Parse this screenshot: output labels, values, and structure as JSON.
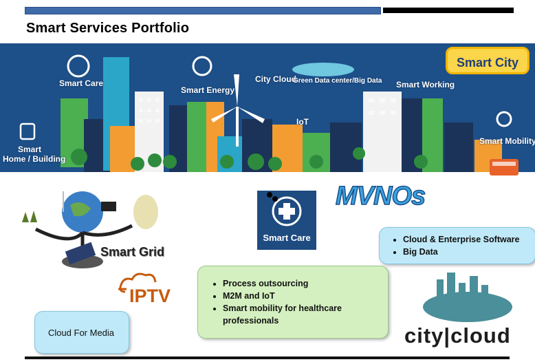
{
  "title": "Smart Services Portfolio",
  "banner": {
    "labels": {
      "smart_care": "Smart Care",
      "smart_energy": "Smart Energy",
      "city_cloud": "City Cloud",
      "green_data": "Green Data center/Big Data",
      "smart_working": "Smart Working",
      "smart_city": "Smart City",
      "iot": "IoT",
      "smart_home_1": "Smart",
      "smart_home_2": "Home / Building",
      "smart_mobility": "Smart Mobility"
    }
  },
  "lower": {
    "smart_grid": "Smart Grid",
    "mvnos": "MVNOs",
    "smart_care": "Smart Care",
    "iptv": "IPTV",
    "city_cloud": "city|cloud",
    "green_callout": [
      "Process outsourcing",
      "M2M and IoT",
      "Smart mobility for healthcare professionals"
    ],
    "blue_callout": [
      "Cloud & Enterprise Software",
      "Big Data"
    ],
    "cyan_callout": "Cloud For Media"
  },
  "colors": {
    "banner_bg": "#1d4f88",
    "badge_yellow": "#fbd54a",
    "green_callout": "#d4f0c0",
    "blue_callout": "#bfe9f8"
  }
}
